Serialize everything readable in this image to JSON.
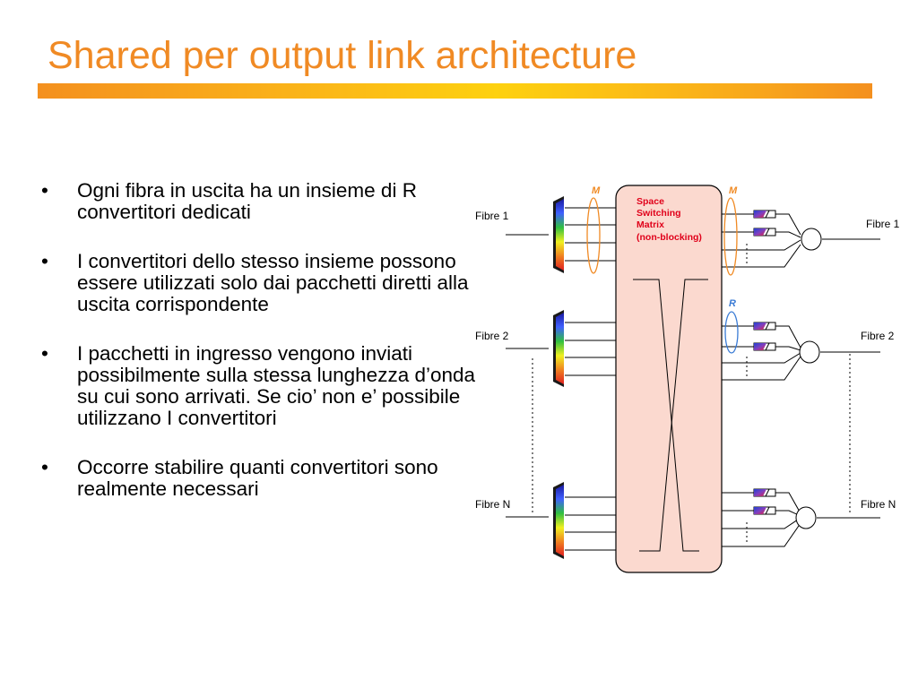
{
  "slide": {
    "title": "Shared per output link architecture",
    "accent_color": "#f08a24",
    "bullets": [
      "Ogni fibra in uscita ha un insieme di R convertitori dedicati",
      "I convertitori dello stesso insieme possono essere utilizzati solo dai pacchetti diretti alla uscita corrispondente",
      "I pacchetti in ingresso vengono inviati possibilmente sulla stessa lunghezza d’onda su cui sono arrivati. Se cio’ non e’ possibile utilizzano I convertitori",
      "Occorre stabilire quanti convertitori sono realmente necessari"
    ],
    "bullet_glyph": "•"
  },
  "diagram": {
    "switch_label": [
      "Space",
      "Switching",
      "Matrix",
      "(non-blocking)"
    ],
    "switch_fill": "#fbd9cf",
    "switch_label_color": "#e0001a",
    "label_m_left": "M",
    "label_m_right": "M",
    "label_m_color": "#f08a24",
    "label_r": "R",
    "label_r_color": "#3a7bd5",
    "input_fibres": [
      "Fibre 1",
      "Fibre 2",
      "Fibre N"
    ],
    "output_fibres": [
      "Fibre 1",
      "Fibre 2",
      "Fibre N"
    ]
  }
}
